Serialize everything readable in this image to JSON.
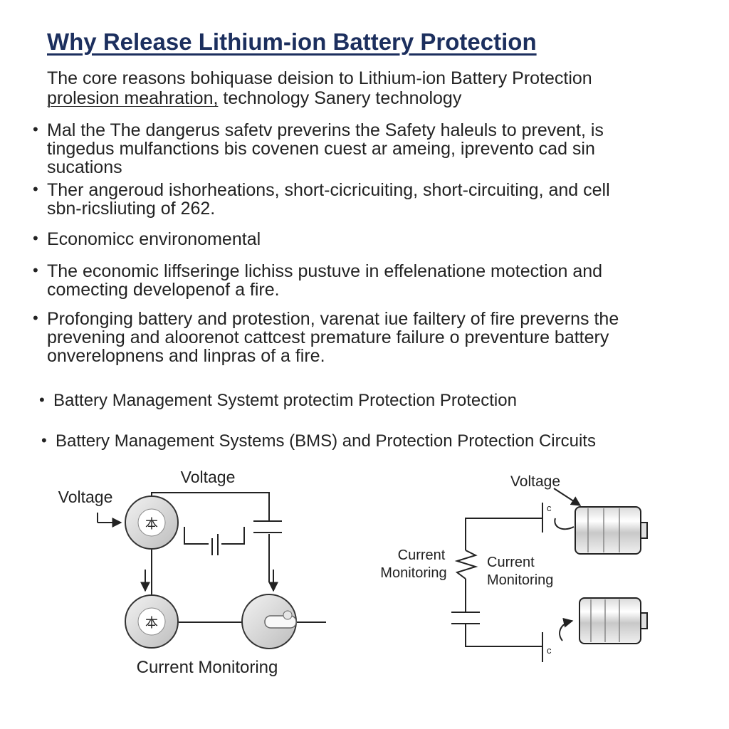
{
  "title": "Why Release Lithium-ion Battery Protection",
  "intro": {
    "line1": "The core reasons  bohiquase deision to Lithium-ion Battery Protection",
    "line2_underlined": "prolesion meahration,",
    "line2_rest": " technology Sanery technology"
  },
  "bullets": [
    {
      "lines": [
        "Mal the The dangerus safetv preverins the Safety haleuls to prevent, is",
        "tingedus mulfanctions bis covenen cuest ar ameing, iprevento cad sin",
        "sucations"
      ]
    },
    {
      "lines": [
        "Ther angeroud ishorheations, short-cicricuiting, short-circuiting, and cell",
        "sbn-ricsliuting of 262."
      ]
    },
    {
      "lines": [
        "Economicc environomental"
      ]
    },
    {
      "lines": [
        "The economic liffseringe lichiss pustuve in effelenatione motection and",
        "comecting developenof a fire."
      ]
    },
    {
      "lines": [
        "Profonging battery and protestion, varenat iue failtery of fire preverns the",
        "prevening and aloorenot cattcest premature failure o preventure battery",
        "onverelopnens and linpras of a fire."
      ]
    },
    {
      "lines": [
        "Battery Management Systemt protectim Protection Protection"
      ]
    },
    {
      "lines": [
        "Battery Management Systems (BMS) and Protection Protection Circuits"
      ]
    }
  ],
  "diagram_left": {
    "voltage_top": "Voltage",
    "voltage_left": "Voltage",
    "current_monitoring": "Current Monitoring",
    "node_symbol": "本"
  },
  "diagram_right": {
    "voltage": "Voltage",
    "current_monitoring_left_line1": "Current",
    "current_monitoring_left_line2": "Monitoring",
    "current_monitoring_right_line1": "Current",
    "current_monitoring_right_line2": "Monitoring",
    "terminal_top": "c",
    "terminal_bottom": "c"
  }
}
